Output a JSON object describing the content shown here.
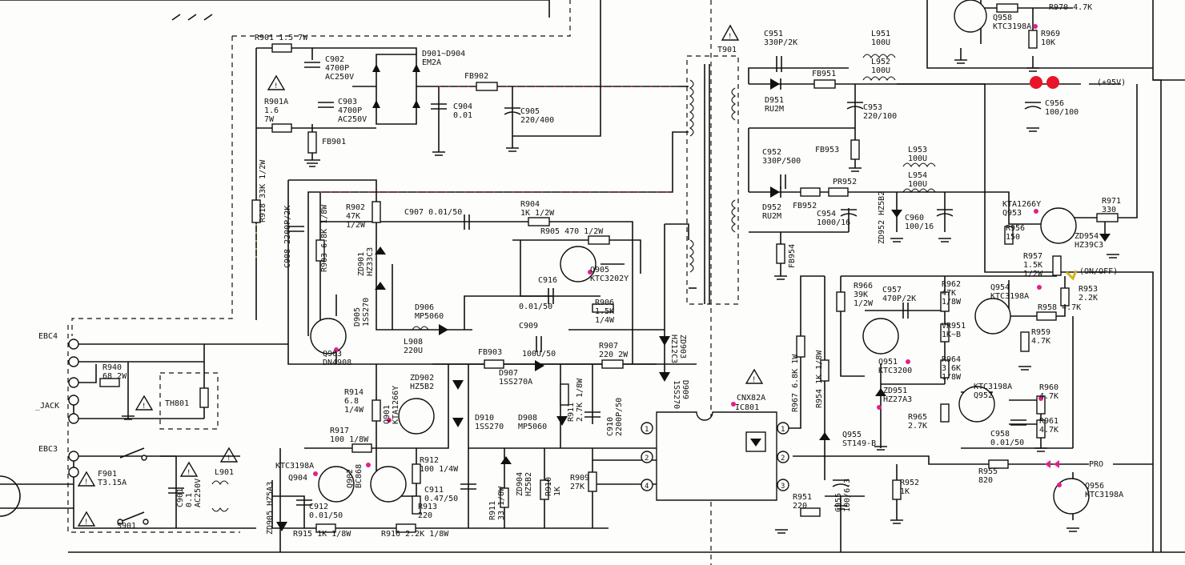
{
  "colors": {
    "ink": "#111111",
    "paper": "#fdfdfb",
    "marker": "#e0218a",
    "highlight": "#e8152a",
    "trace": "#d6282b",
    "note": "#d4b21a"
  },
  "rails": {
    "plus95v": "(+95V)",
    "on_off": "(ON/OFF)",
    "pro": "PRO"
  },
  "blocks": {
    "t901": "T901",
    "jack": "_JACK",
    "ebc3": "EBC3",
    "ebc4": "EBC4",
    "cnx82a": "CNX82A",
    "ic801": "IC801",
    "th801": "TH801"
  },
  "components": {
    "r901": "R901 1.5 7W",
    "c902": "C902\n4700P\nAC250V",
    "d901": "D901~D904\nEM2A",
    "fb902": "FB902",
    "r901a": "R901A\n1.6\n7W",
    "c903": "C903\n4700P\nAC250V",
    "c904": "C904\n0.01",
    "c905": "C905\n220/400",
    "fb901": "FB901",
    "r918": "R918 33K 1/2W",
    "c908": "C908 2200P/2K",
    "r902": "R902\n47K\n1/2W",
    "r903": "R903 6.8K 1/8W",
    "zd901": "ZD901\nHZ33C3",
    "d905": "D905\n1SS270",
    "q903": "Q903\nDN4908",
    "c907": "C907    0.01/50",
    "r904": "R904\n1K 1/2W",
    "r905": "R905 470 1/2W",
    "q905": "Q905\nKTC3202Y",
    "c916": "C916",
    "c916v": "0.01/50",
    "r906": "R906\n1.5K\n1/4W",
    "d906": "D906\nMP5060",
    "l908": "L908\n220U",
    "c909": "C909",
    "fb903": "FB903",
    "c909v": "100U/50",
    "d907": "D907\n1SS270A",
    "r907": "R907\n220 2W",
    "zd903": "ZD903\nHZ12C3",
    "d909": "D909\n1SS270",
    "r914": "R914\n6.8\n1/4W",
    "q901": "Q901\nKTA1266Y",
    "zd902": "ZD902\nHZ5B2",
    "r911": "R911\n2.7K 1/8W",
    "c910": "C910\n2200P/50",
    "r917": "R917\n100 1/8W",
    "d910": "D910\n1SS270",
    "d908": "D908\nMP5060",
    "q904": "Q904",
    "q904t": "KTC3198A",
    "q902": "Q902\nBC868",
    "r912": "R912\n100 1/4W",
    "c911": "C911\n0.47/50",
    "r913": "R913\n220",
    "zd904": "ZD904\nHZ5B2",
    "r911b": "R911\n33 1/8W",
    "r910": "R910\n1K",
    "r909": "R909\n27K",
    "c912": "C912\n0.01/50",
    "zd905": "ZD905 HZ5A3",
    "r915": "R915 1K 1/8W",
    "r916": "R916 2.2K 1/8W",
    "r940": "R940\n68 2W",
    "f901": "F901\nT3.15A",
    "s901": "S901",
    "c901": "C901\n0.1\nAC250V",
    "l901": "L901",
    "c951": "C951\n330P/2K",
    "l951": "L951\n100U",
    "l952": "L952\n100U",
    "d951": "D951\nRU2M",
    "fb951": "FB951",
    "c953": "C953\n220/100",
    "c956": "C956\n100/100",
    "fb953": "FB953",
    "c952": "C952\n330P/500",
    "l953": "L953\n100U",
    "l954": "L954\n100U",
    "pr952": "PR952",
    "d952": "D952\nRU2M",
    "fb952": "FB952",
    "c954": "C954\n1000/16",
    "zd952": "ZD952 HZ5B2",
    "c960": "C960\n100/16",
    "fb954": "FB954",
    "q958": "Q958\nKTC3198A",
    "r970": "R970 4.7K",
    "r969": "R969\n10K",
    "q953": "KTA1266Y\nQ953",
    "r971": "R971\n330",
    "r956": "R956\n150",
    "zd954": "ZD954\nHZ39C3",
    "r957": "R957\n1.5K\n1/2W",
    "r966": "R966\n39K\n1/2W",
    "c957": "C957\n470P/2K",
    "r962": "R962\n47K\n1/8W",
    "q954": "Q954\nKTC3198A",
    "r953": "R953\n2.2K",
    "r958": "R958 4.7K",
    "vr951": "VR951\n1K~B",
    "r959": "R959\n4.7K",
    "q951": "Q951\nKTC3200",
    "r964": "R964\n3.6K\n1/8W",
    "zd951": "ZD951\nHZ27A3",
    "r967": "R967 6.8K 1W",
    "r954": "R954 1K 1/8W",
    "q952": "KTC3198A\nQ952",
    "r960": "R960\n4.7K",
    "r965": "R965\n2.7K",
    "r961": "R961\n4.7K",
    "c958": "C958\n0.01/50",
    "q955": "Q955\nST149-B",
    "r955": "R955\n820",
    "c955": "C955\n100/6.3",
    "r952": "R952\n1K",
    "r951": "R951\n220",
    "q956": "Q956\nKTC3198A"
  },
  "pin_numbers": [
    "1",
    "2",
    "3",
    "4"
  ]
}
